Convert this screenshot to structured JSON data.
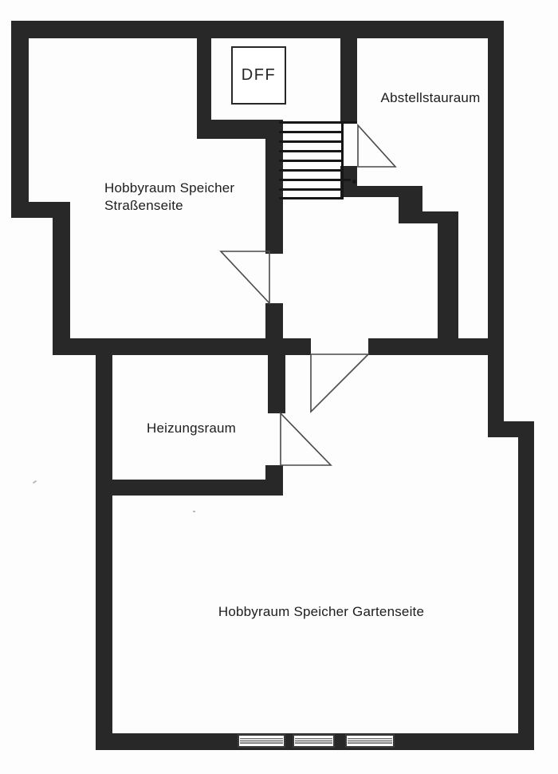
{
  "plan": {
    "rooms": {
      "dff": {
        "label": "DFF"
      },
      "abstellraum": {
        "label": "Abstellstauraum"
      },
      "hobbyraum_strasse": {
        "label_line1": "Hobbyraum Speicher",
        "label_line2": "Straßenseite"
      },
      "heizungsraum": {
        "label": "Heizungsraum"
      },
      "hobbyraum_garten": {
        "label": "Hobbyraum Speicher Gartenseite"
      }
    },
    "colors": {
      "wall": "#282828",
      "line": "#161616",
      "door_line": "#4a4a4a",
      "background": "#fdfdfd",
      "text": "#1d1d1d"
    }
  }
}
